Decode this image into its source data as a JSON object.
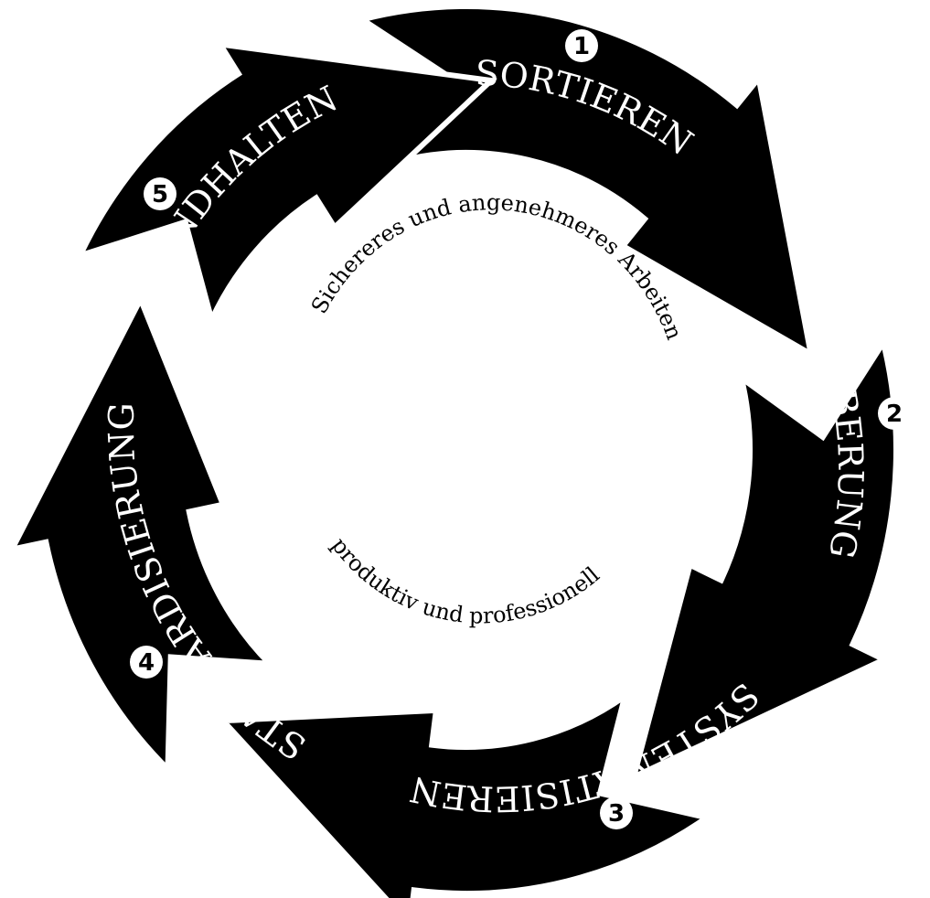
{
  "steps": [
    {
      "number": "1",
      "label": "SORTIEREN"
    },
    {
      "number": "2",
      "label": "SÄUBERUNG"
    },
    {
      "number": "3",
      "label": "SYSTEMATISIEREN"
    },
    {
      "number": "4",
      "label": "STANDARDISIERUNG"
    },
    {
      "number": "5",
      "label": "STANDHALTEN"
    }
  ],
  "center": {
    "top_text": "Sichereres und angenehmeres Arbeiten",
    "bottom_text": "produktiv und professionell"
  },
  "colors": {
    "arrow_fill": "#000000",
    "background": "#ffffff",
    "label_text": "#ffffff",
    "center_text": "#000000"
  }
}
